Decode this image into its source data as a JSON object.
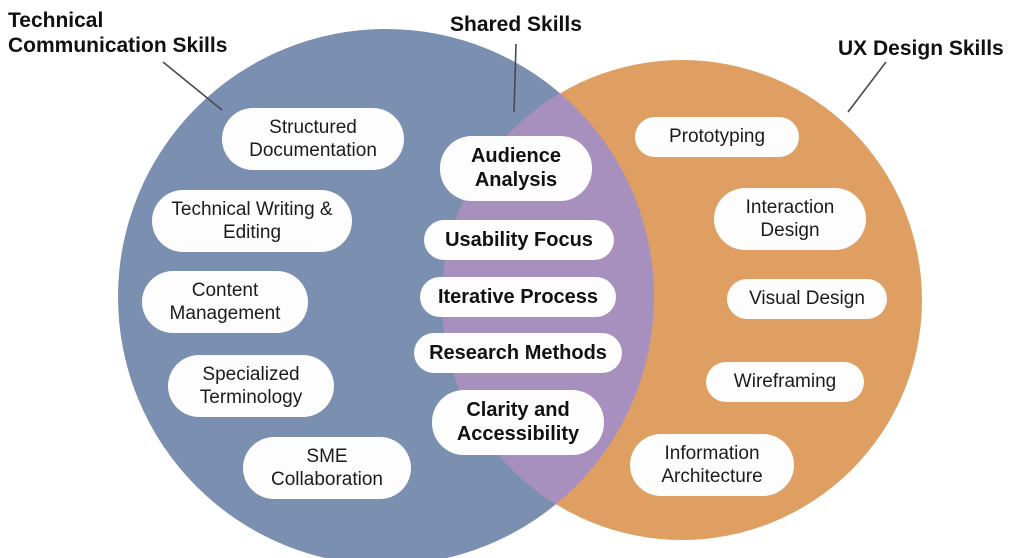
{
  "venn": {
    "titles": {
      "left": "Technical Communication Skills",
      "center": "Shared Skills",
      "right": "UX Design Skills"
    },
    "left_items": [
      "Structured Documentation",
      "Technical Writing & Editing",
      "Content Management",
      "Specialized Terminology",
      "SME Collaboration"
    ],
    "shared_items": [
      "Audience Analysis",
      "Usability Focus",
      "Iterative Process",
      "Research Methods",
      "Clarity and Accessibility"
    ],
    "right_items": [
      "Prototyping",
      "Interaction Design",
      "Visual Design",
      "Wireframing",
      "Information Architecture"
    ],
    "colors": {
      "left_circle": "#7b8fb1",
      "right_circle": "#df9f63",
      "overlap": "#a890be",
      "pill_background": "#fdfdfd"
    }
  }
}
